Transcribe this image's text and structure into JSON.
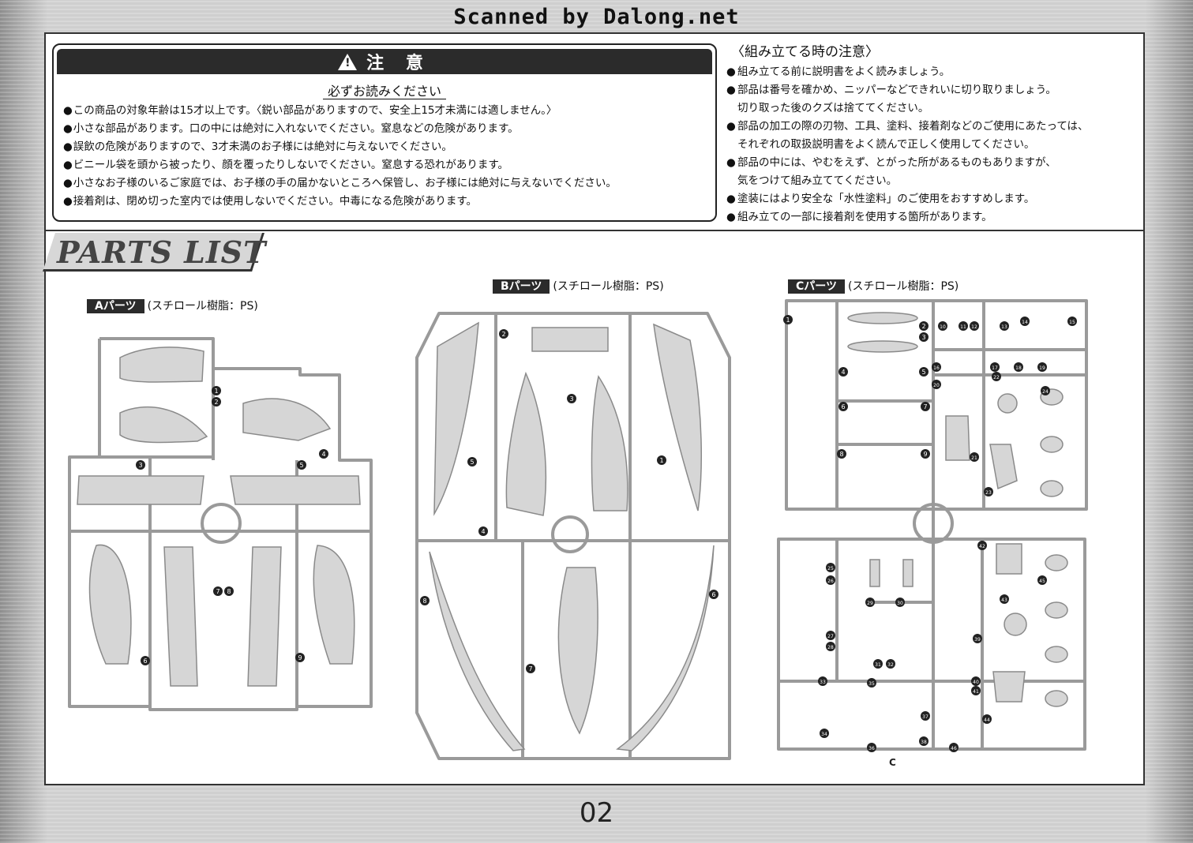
{
  "scan_credit": "Scanned by Dalong.net",
  "warning": {
    "header": "注 意",
    "header_icon": "warning-triangle-icon",
    "subtitle": "必ずお読みください",
    "items": [
      "この商品の対象年齢は15才以上です。〈鋭い部品がありますので、安全上15才未満には適しません。〉",
      "小さな部品があります。口の中には絶対に入れないでください。窒息などの危険があります。",
      "誤飲の危険がありますので、3才未満のお子様には絶対に与えないでください。",
      "ビニール袋を頭から被ったり、顔を覆ったりしないでください。窒息する恐れがあります。",
      "小さなお子様のいるご家庭では、お子様の手の届かないところへ保管し、お子様には絶対に与えないでください。",
      "接着剤は、閉め切った室内では使用しないでください。中毒になる危険があります。"
    ]
  },
  "assembly_notes": {
    "title": "〈組み立てる時の注意〉",
    "items": [
      {
        "line1": "組み立てる前に説明書をよく読みましょう。",
        "line2": ""
      },
      {
        "line1": "部品は番号を確かめ、ニッパーなどできれいに切り取りましょう。",
        "line2": "切り取った後のクズは捨ててください。"
      },
      {
        "line1": "部品の加工の際の刃物、工具、塗料、接着剤などのご使用にあたっては、",
        "line2": "それぞれの取扱説明書をよく読んで正しく使用してください。"
      },
      {
        "line1": "部品の中には、やむをえず、とがった所があるものもありますが、",
        "line2": "気をつけて組み立ててください。"
      },
      {
        "line1": "塗装にはより安全な「水性塗料」のご使用をおすすめします。",
        "line2": ""
      },
      {
        "line1": "組み立ての一部に接着剤を使用する箇所があります。",
        "line2": ""
      }
    ]
  },
  "parts_list": {
    "title": "PARTS LIST",
    "runners": [
      {
        "tag": "Aパーツ",
        "material": "(スチロール樹脂：PS)",
        "part_numbers": [
          "1",
          "2",
          "3",
          "4",
          "5",
          "6",
          "7",
          "8",
          "9"
        ]
      },
      {
        "tag": "Bパーツ",
        "material": "(スチロール樹脂：PS)",
        "part_numbers": [
          "1",
          "2",
          "3",
          "4",
          "5",
          "6",
          "7",
          "8"
        ]
      },
      {
        "tag": "Cパーツ",
        "material": "(スチロール樹脂：PS)",
        "part_numbers": [
          "1",
          "2",
          "3",
          "4",
          "5",
          "6",
          "7",
          "8",
          "9",
          "10",
          "11",
          "12",
          "13",
          "14",
          "15",
          "16",
          "17",
          "18",
          "19",
          "20",
          "21",
          "22",
          "23",
          "24",
          "25",
          "26",
          "27",
          "28",
          "29",
          "30",
          "31",
          "32",
          "33",
          "34",
          "35",
          "36",
          "37",
          "38",
          "39",
          "40",
          "41",
          "42",
          "43",
          "44",
          "45",
          "46"
        ],
        "corner_mark": "C"
      }
    ]
  },
  "page_number": "02"
}
